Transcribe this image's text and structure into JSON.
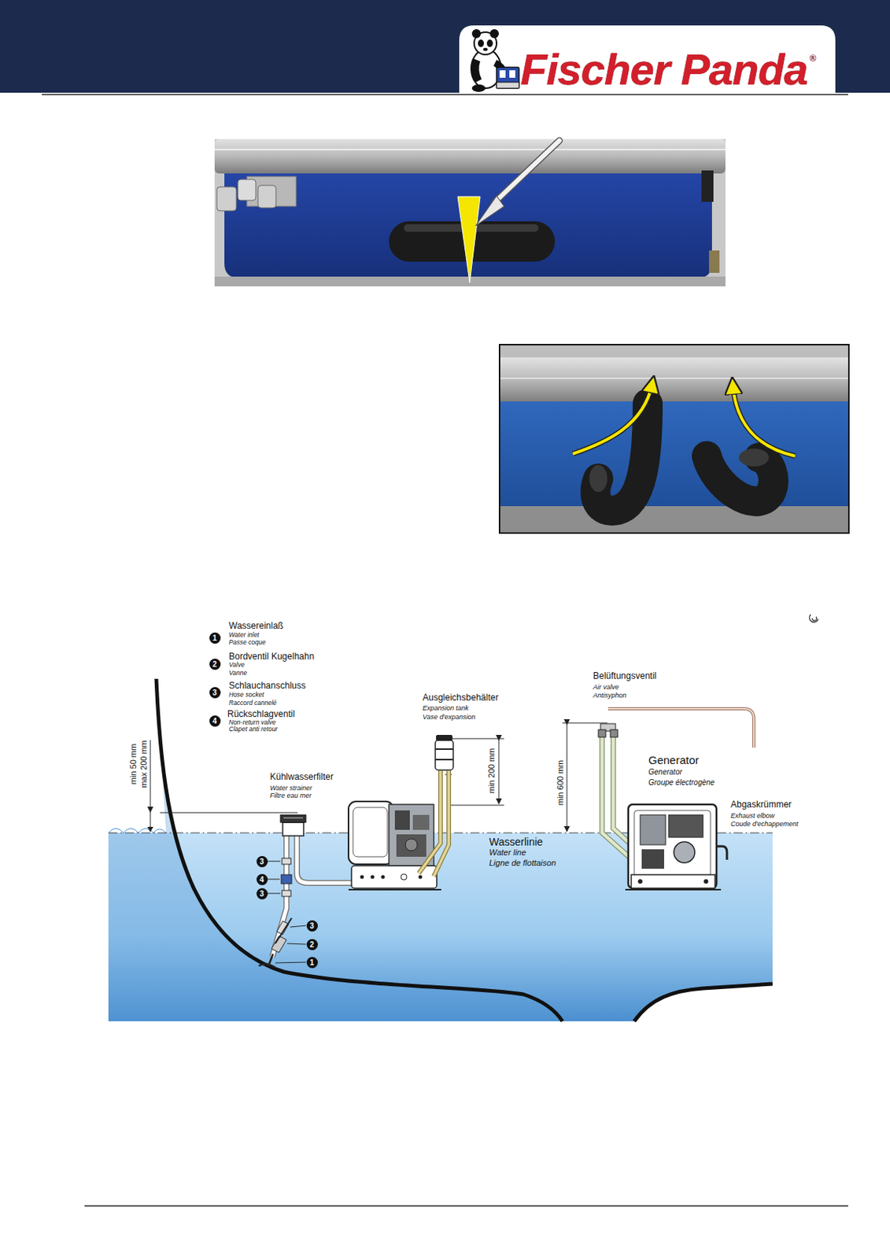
{
  "diagram": {
    "nodes": [
      {
        "text": [
          "Fischer Panda",
          "®"
        ]
      },
      {
        "text": [
          "1"
        ]
      },
      {
        "text": [
          "2"
        ]
      },
      {
        "text": [
          "3"
        ]
      },
      {
        "text": [
          "4"
        ]
      },
      {
        "text": [
          "3"
        ]
      },
      {
        "text": [
          "4"
        ]
      },
      {
        "text": [
          "3"
        ]
      },
      {
        "text": [
          "3"
        ]
      },
      {
        "text": [
          "2"
        ]
      },
      {
        "text": [
          "1"
        ]
      }
    ],
    "labels": [
      "Wassereinlaß",
      "Water inlet",
      "Passe coque",
      "Bordventil Kugelhahn",
      "Valve",
      "Vanne",
      "Schlauchanschluss",
      "Hose socket",
      "Raccord cannelé",
      "Rückschlagventil",
      "Non-return valve",
      "Clapet anti retour",
      "min 50 mm",
      "max 200 mm",
      "Kühlwasserfilter",
      "Water strainer",
      "Filtre eau mer",
      "Ausgleichsbehälter",
      "Expansion tank",
      "Vase d'expansion",
      "min 200 mm",
      "Belüftungsventil",
      "Air valve",
      "Antisyphon",
      "min 600 mm",
      "Generator",
      "Generator",
      "Groupe électrogène",
      "Abgaskrümmer",
      "Exhaust elbow",
      "Coude d'echappement",
      "Wasserlinie",
      "Water line",
      "Ligne de flottaison"
    ]
  }
}
